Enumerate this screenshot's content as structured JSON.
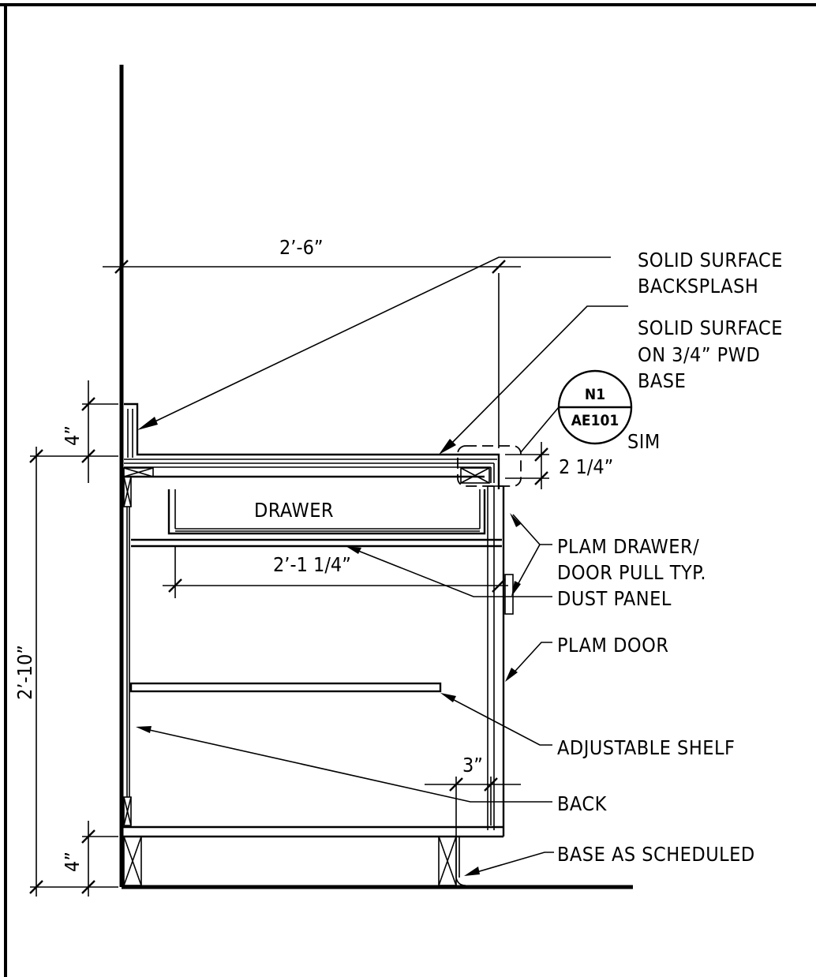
{
  "dimensions": {
    "width_overall": "2’-6”",
    "height_overall": "2’-10”",
    "backsplash_height": "4”",
    "toe_kick_height": "4”",
    "top_thickness": "2 1/4”",
    "drawer_depth": "2’-1 1/4”",
    "base_offset": "3”"
  },
  "callouts": {
    "backsplash_line1": "SOLID SURFACE",
    "backsplash_line2": "BACKSPLASH",
    "top_line1": "SOLID SURFACE",
    "top_line2": "ON 3/4” PWD",
    "top_line3": "BASE",
    "pull_line1": "PLAM DRAWER/",
    "pull_line2": "DOOR PULL TYP.",
    "dust_panel": "DUST PANEL",
    "door": "PLAM DOOR",
    "shelf": "ADJUSTABLE SHELF",
    "back": "BACK",
    "base": "BASE AS SCHEDULED"
  },
  "labels": {
    "drawer": "DRAWER",
    "sim": "SIM"
  },
  "detail_bubble": {
    "detail": "N1",
    "sheet": "AE101"
  }
}
